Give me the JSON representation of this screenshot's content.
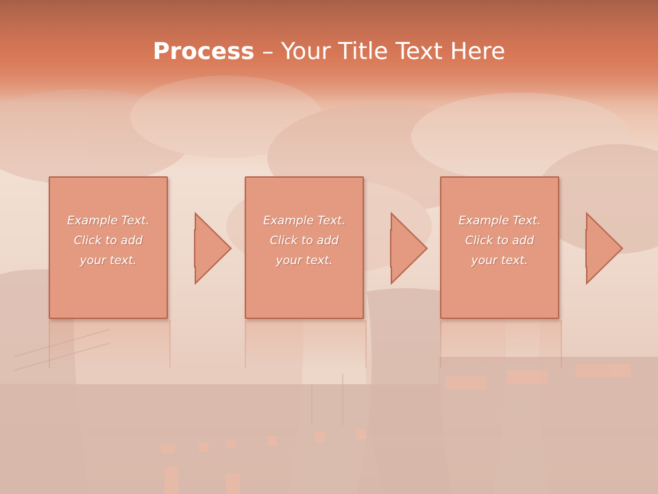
{
  "slide": {
    "title_strong": "Process",
    "title_rest": " – Your Title Text Here",
    "steps": [
      {
        "text": "Example Text.\nClick  to add\nyour text."
      },
      {
        "text": "Example Text.\nClick  to add\nyour text."
      },
      {
        "text": "Example Text.\nClick  to add\nyour text."
      }
    ]
  },
  "colors": {
    "title_band": "#d9754f",
    "box_fill": "#e49a80",
    "box_border": "#b5674f",
    "text": "#ffffff"
  }
}
